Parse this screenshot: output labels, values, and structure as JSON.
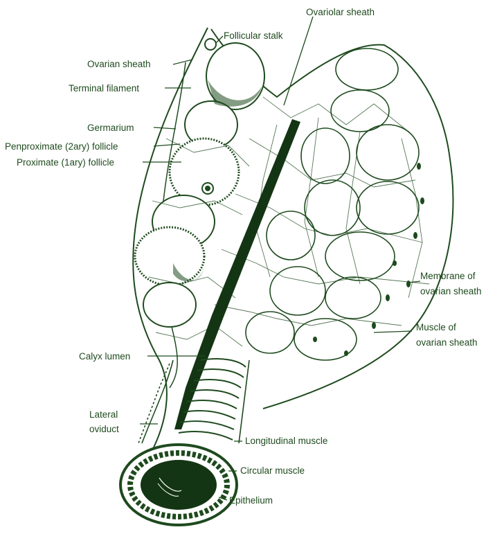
{
  "colors": {
    "ink": "#1e4a1e",
    "dark": "#143514",
    "paper": "#ffffff"
  },
  "labels": {
    "follicular_stalk": "Follicular stalk",
    "ovariolar_sheath": "Ovariolar sheath",
    "ovarian_sheath": "Ovarian sheath",
    "terminal_filament": "Terminal filament",
    "germarium": "Germarium",
    "penproximate_follicle": "Penproximate (2ary) follicle",
    "proximate_follicle": "Proximate (1ary) follicle",
    "membrane_line1": "Membrane of",
    "membrane_line2": "ovarian sheath",
    "muscle_line1": "Muscle of",
    "muscle_line2": "ovarian sheath",
    "calyx_lumen": "Calyx lumen",
    "lateral_oviduct_line1": "Lateral",
    "lateral_oviduct_line2": "oviduct",
    "longitudinal_muscle": "Longitudinal muscle",
    "circular_muscle": "Circular muscle",
    "epithelium": "Epithelium"
  }
}
